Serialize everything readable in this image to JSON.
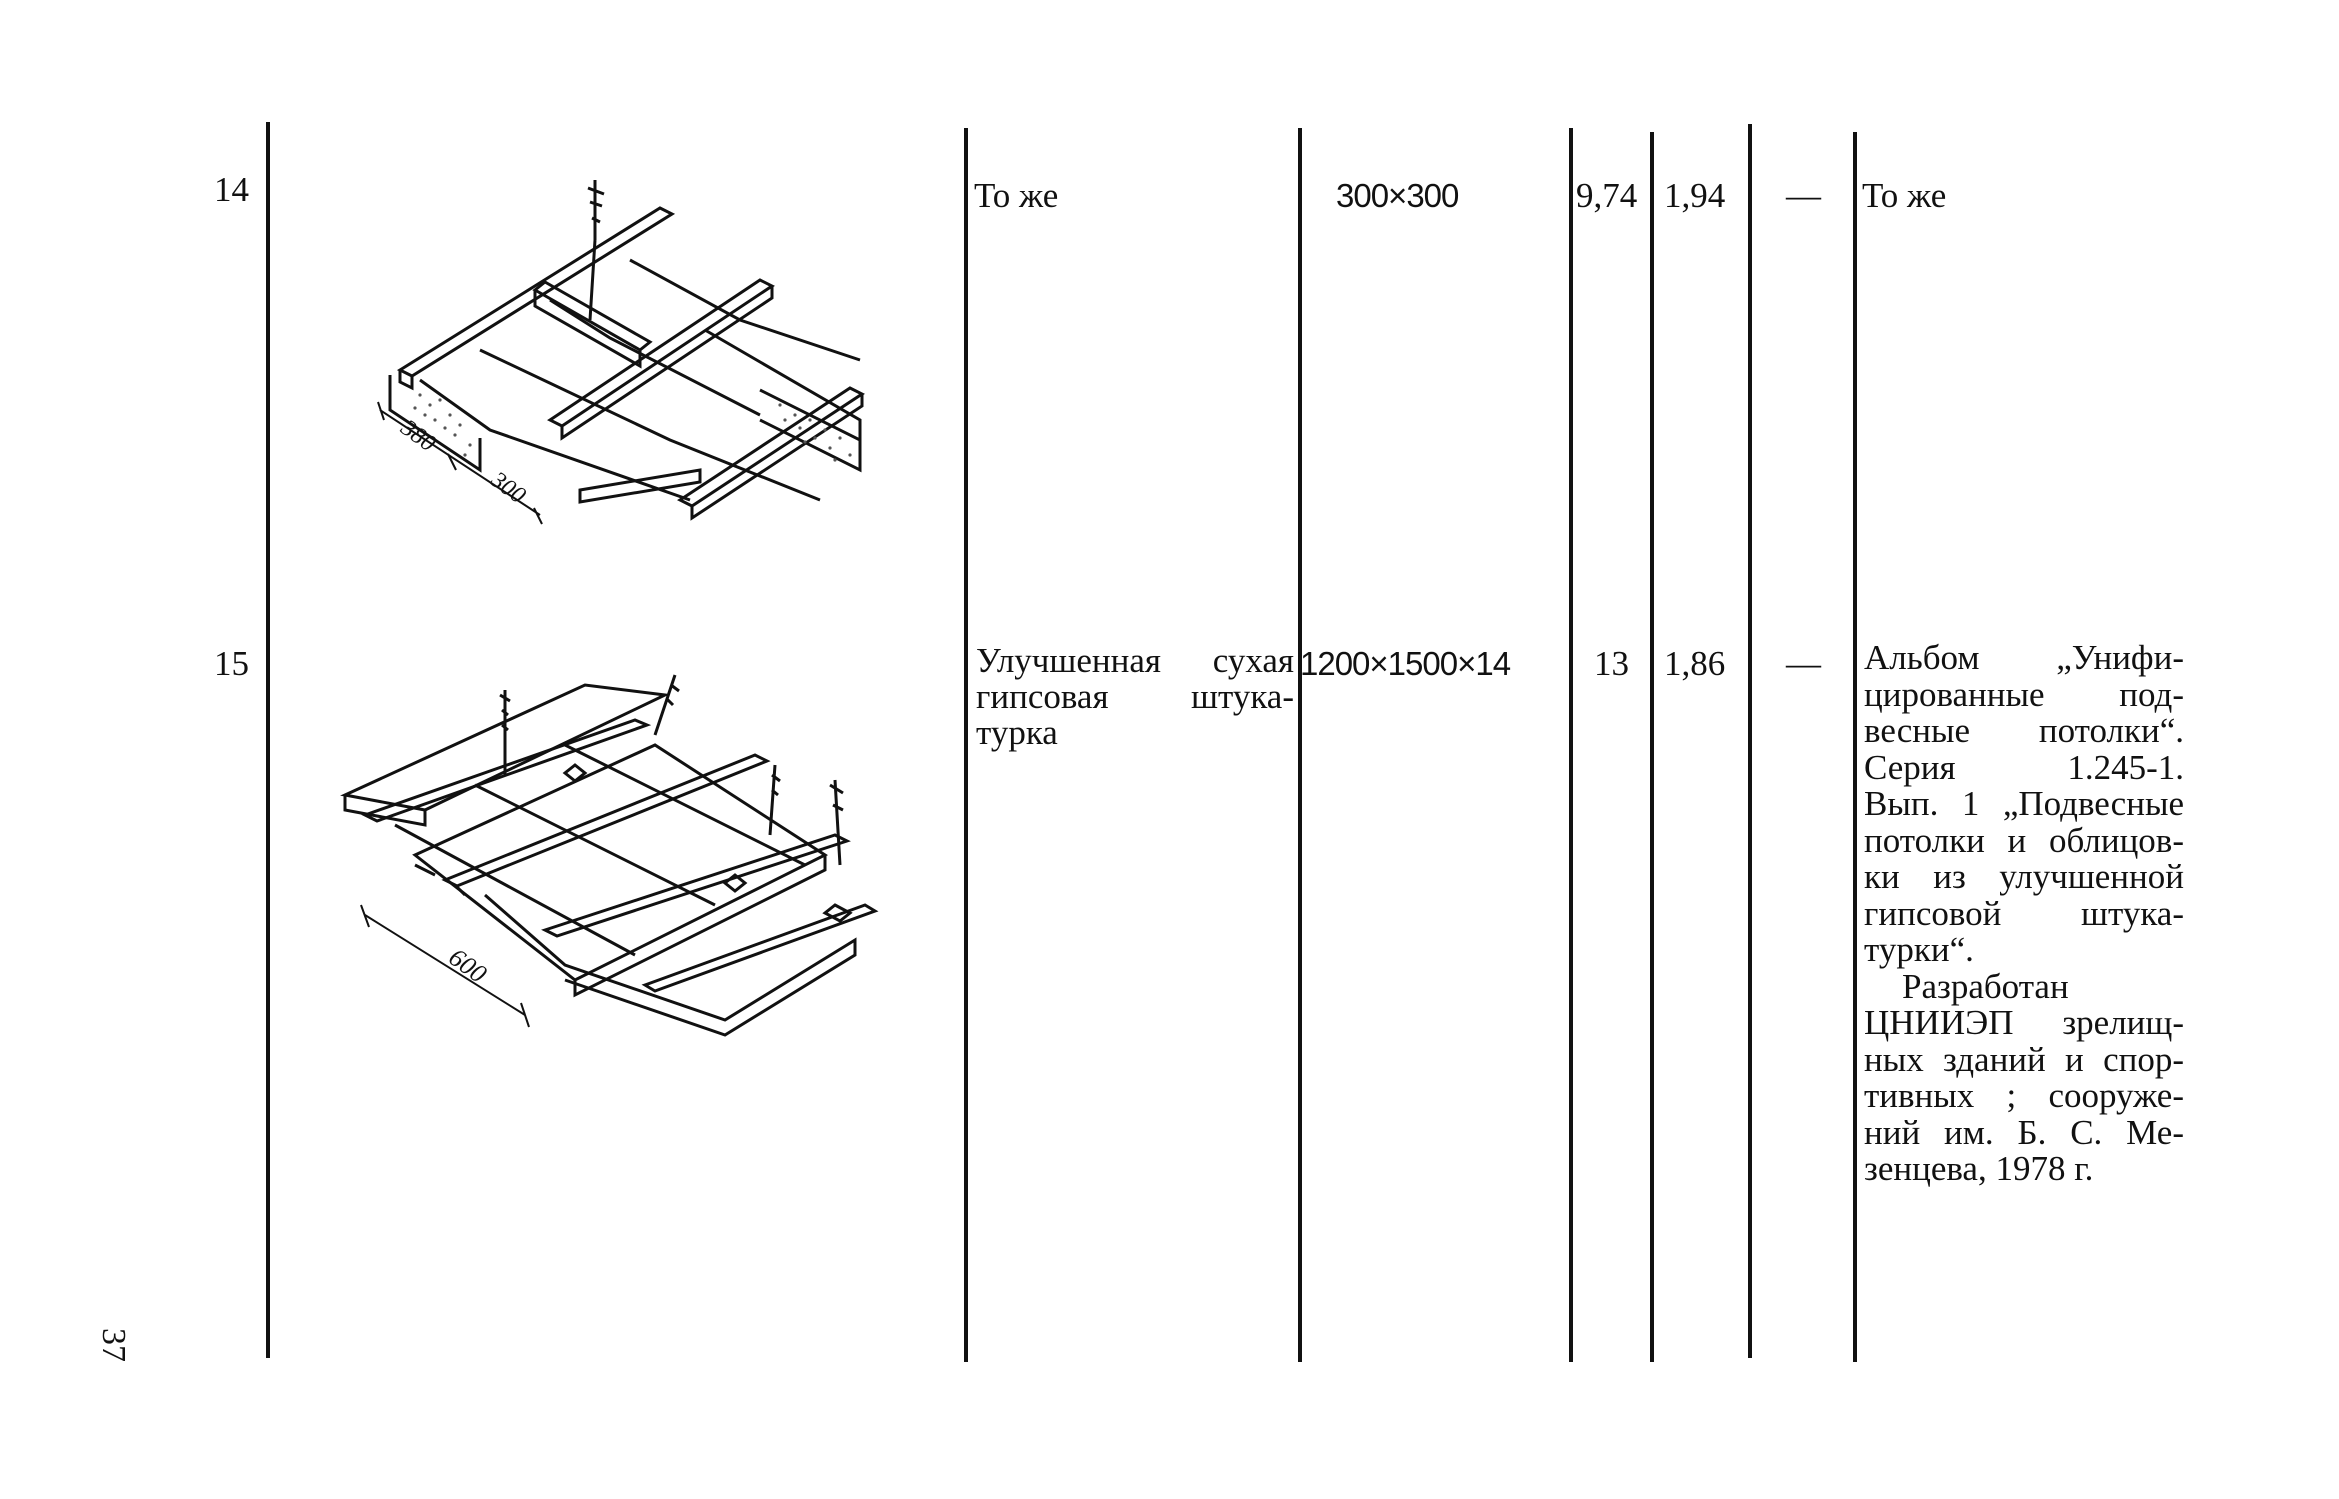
{
  "page_number": "37",
  "rows": [
    {
      "number": "14",
      "description": "То же",
      "size": "300×300",
      "col3": "9,74",
      "col4": "1,94",
      "col5": "—",
      "notes": "То же",
      "drawing": {
        "dimensions": [
          "380",
          "300"
        ]
      }
    },
    {
      "number": "15",
      "description_lines": [
        "Улучшенная сухая",
        "гипсовая штука-",
        "турка"
      ],
      "size": "1200×1500×14",
      "col3": "13",
      "col4": "1,86",
      "col5": "—",
      "notes_lines": [
        "Альбом „Унифи-",
        "цированные под-",
        "весные потолки“.",
        "Серия 1.245-1.",
        "Вып. 1 „Подвесные",
        "потолки и облицов-",
        "ки из улучшенной",
        "гипсовой штука-",
        "турки“.",
        "Разработан",
        "ЦНИИЭП зрелищ-",
        "ных зданий и спор-",
        "тивных ; сооруже-",
        "ний им. Б. С. Ме-",
        "зенцева, 1978 г."
      ],
      "drawing": {
        "dimensions": [
          "600"
        ]
      }
    }
  ]
}
